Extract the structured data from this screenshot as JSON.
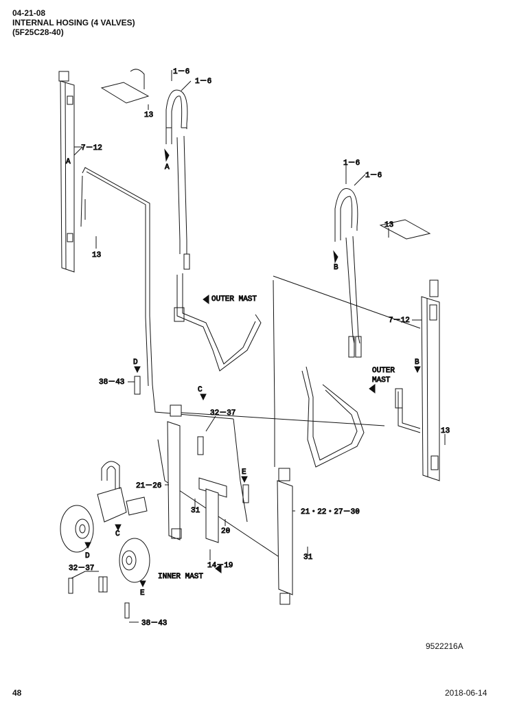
{
  "header": {
    "code": "04-21-08",
    "title": "INTERNAL HOSING (4 VALVES)",
    "model": "(5F25C28-40)"
  },
  "callouts": {
    "c1_6a": "1－6",
    "c1_6b": "1－6",
    "c1_6c": "1－6",
    "c1_6d": "1－6",
    "c13a": "13",
    "c13b": "13",
    "c13c": "13",
    "c13d": "13",
    "c7_12a": "7－12",
    "c7_12b": "7－12",
    "c38_43a": "38－43",
    "c38_43b": "38－43",
    "c32_37a": "32－37",
    "c32_37b": "32－37",
    "c21_26": "21－26",
    "c21_30": "21・22・27－30",
    "c31a": "31",
    "c31b": "31",
    "c20": "20",
    "c14_19": "14－19"
  },
  "markers": {
    "A1": "A",
    "A2": "A",
    "B1": "B",
    "B2": "B",
    "C1": "C",
    "C2": "C",
    "D1": "D",
    "D2": "D",
    "E1": "E",
    "E2": "E"
  },
  "notes": {
    "outer_mast_1": "OUTER MAST",
    "outer_mast_2a": "OUTER",
    "outer_mast_2b": "MAST",
    "inner_mast": "INNER MAST"
  },
  "figure_id": "9522216A",
  "footer": {
    "page": "48",
    "date": "2018-06-14"
  }
}
